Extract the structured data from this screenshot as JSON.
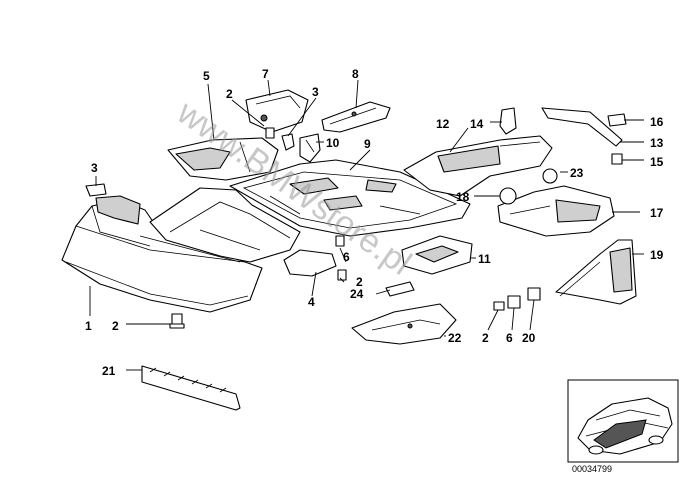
{
  "callouts": {
    "c1": "1",
    "c2a": "2",
    "c2b": "2",
    "c2c": "2",
    "c2d": "2",
    "c3a": "3",
    "c3b": "3",
    "c4": "4",
    "c5": "5",
    "c6a": "6",
    "c6b": "6",
    "c7": "7",
    "c8": "8",
    "c9": "9",
    "c10": "10",
    "c11": "11",
    "c12": "12",
    "c13": "13",
    "c14": "14",
    "c15": "15",
    "c16": "16",
    "c17": "17",
    "c18": "18",
    "c19": "19",
    "c20": "20",
    "c21": "21",
    "c22": "22",
    "c23": "23",
    "c24": "24"
  },
  "watermark": "www.BMWstore.pl",
  "diagram_code": "00034799"
}
